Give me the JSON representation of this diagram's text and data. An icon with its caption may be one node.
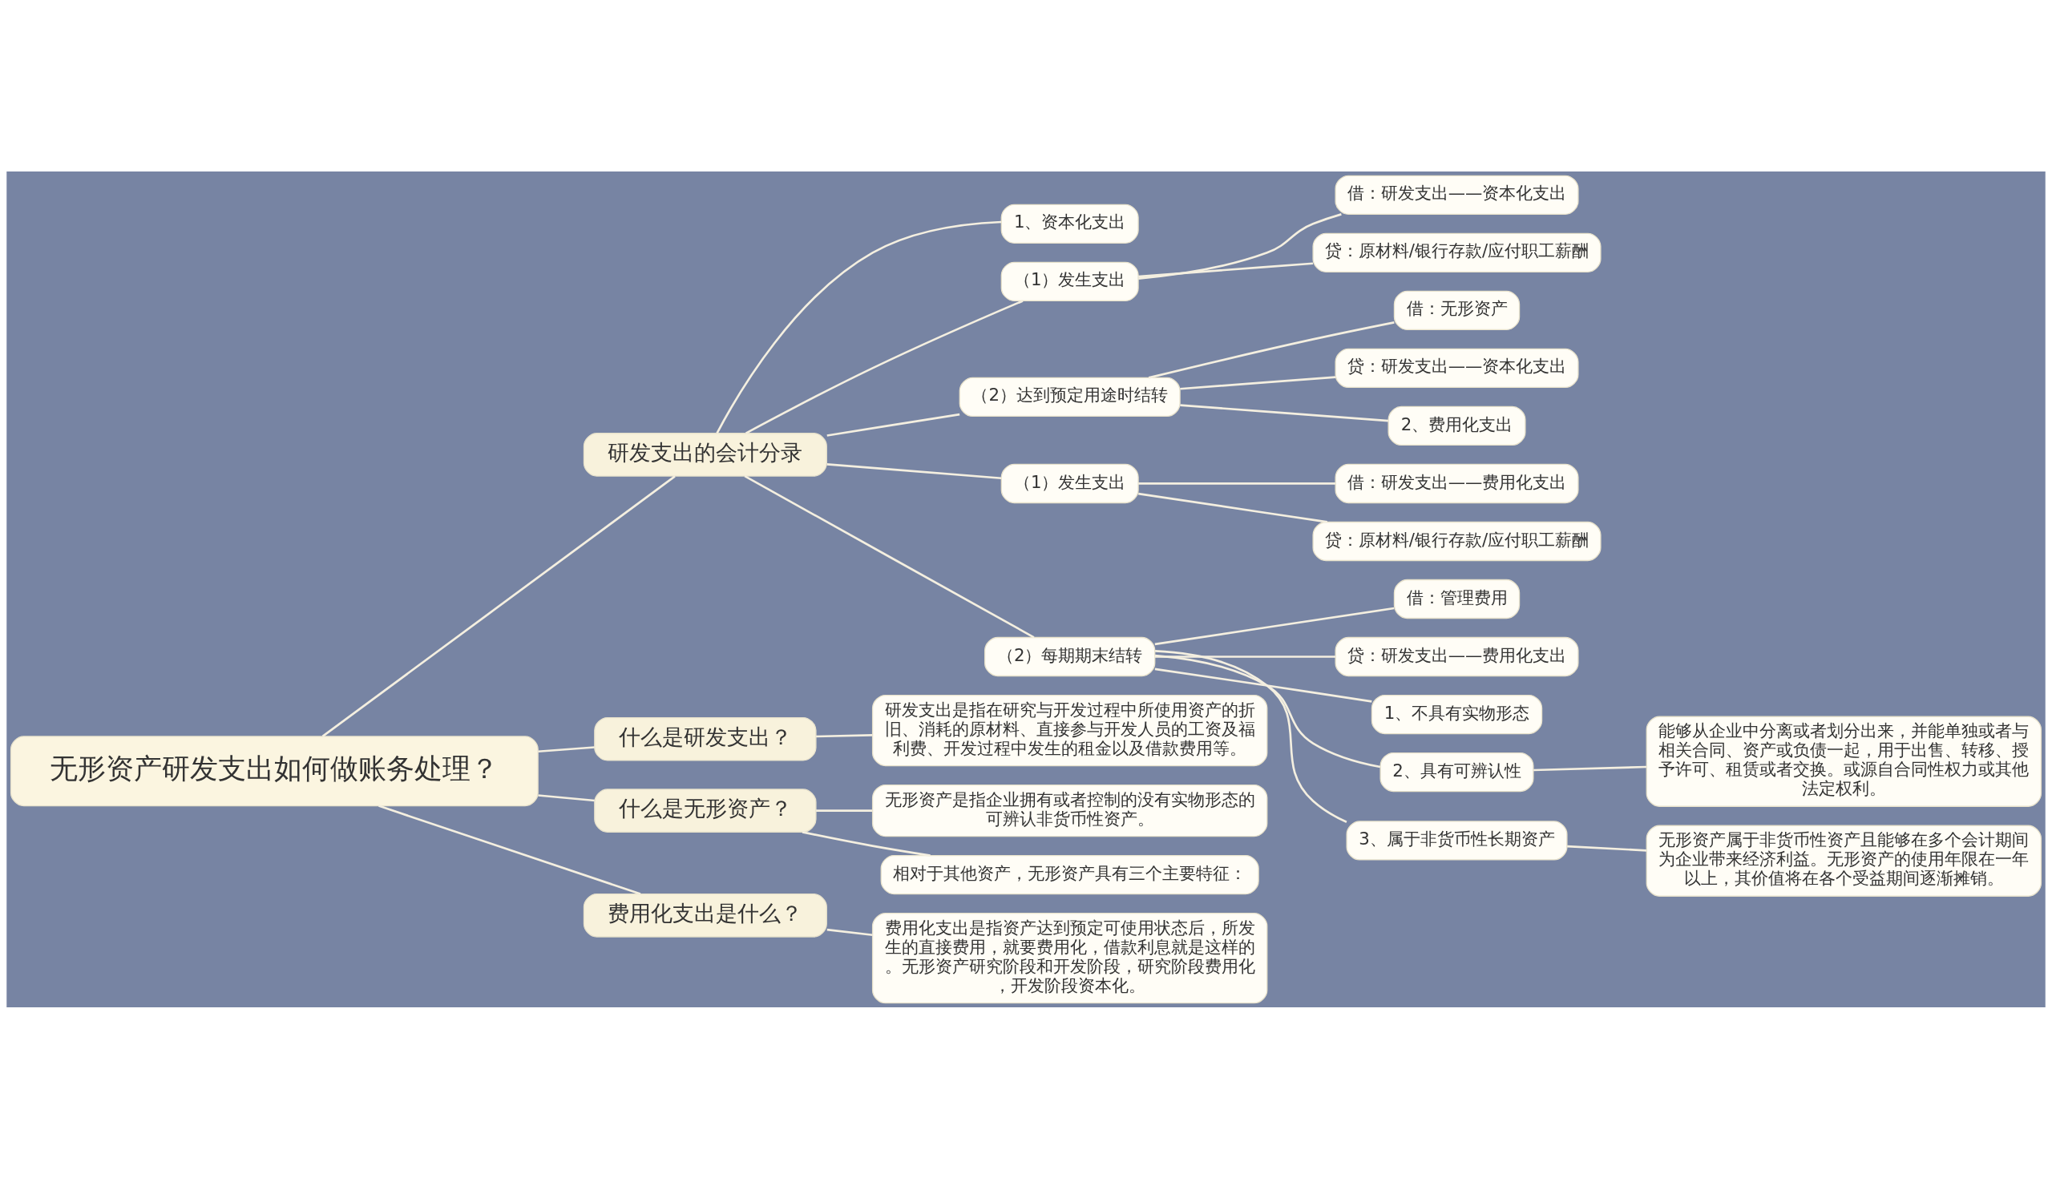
{
  "diagram": {
    "nodes": [
      {
        "text": [
          "无形资产研发支出如何做账务处理？"
        ]
      },
      {
        "text": [
          "研发支出的会计分录"
        ]
      },
      {
        "text": [
          "1、资本化支出"
        ]
      },
      {
        "text": [
          "（1）发生支出"
        ]
      },
      {
        "text": [
          "借：研发支出——资本化支出"
        ]
      },
      {
        "text": [
          "贷：原材料/银行存款/应付职工薪酬"
        ]
      },
      {
        "text": [
          "（2）达到预定用途时结转"
        ]
      },
      {
        "text": [
          "借：无形资产"
        ]
      },
      {
        "text": [
          "贷：研发支出——资本化支出"
        ]
      },
      {
        "text": [
          "2、费用化支出"
        ]
      },
      {
        "text": [
          "（1）发生支出"
        ]
      },
      {
        "text": [
          "借：研发支出——费用化支出"
        ]
      },
      {
        "text": [
          "贷：原材料/银行存款/应付职工薪酬"
        ]
      },
      {
        "text": [
          "（2）每期期末结转"
        ]
      },
      {
        "text": [
          "借：管理费用"
        ]
      },
      {
        "text": [
          "贷：研发支出——费用化支出"
        ]
      },
      {
        "text": [
          "1、不具有实物形态"
        ]
      },
      {
        "text": [
          "2、具有可辨认性"
        ]
      },
      {
        "text": [
          "能够从企业中分离或者划分出来，并能单独或者与相关合同、资产或负债一起，用于出售、转移、授予许可、租赁或者交换。或源自合同性权力或其他法定权利。"
        ]
      },
      {
        "text": [
          "3、属于非货币性长期资产"
        ]
      },
      {
        "text": [
          "无形资产属于非货币性资产且能够在多个会计期间为企业带来经济利益。无形资产的使用年限在一年以上，其价值将在各个受益期间逐渐摊销。"
        ]
      },
      {
        "text": [
          "什么是研发支出？"
        ]
      },
      {
        "text": [
          "研发支出是指在研究与开发过程中所使用资产的折旧、消耗的原材料、直接参与开发人员的工资及福利费、开发过程中发生的租金以及借款费用等。"
        ]
      },
      {
        "text": [
          "什么是无形资产？"
        ]
      },
      {
        "text": [
          "无形资产是指企业拥有或者控制的没有实物形态的可辨认非货币性资产。"
        ]
      },
      {
        "text": [
          "相对于其他资产，无形资产具有三个主要特征："
        ]
      },
      {
        "text": [
          "费用化支出是什么？"
        ]
      },
      {
        "text": [
          "费用化支出是指资产达到预定可使用状态后，所发生的直接费用，就要费用化，借款利息就是这样的。无形资产研究阶段和开发阶段，研究阶段费用化，开发阶段资本化。"
        ]
      }
    ],
    "edges": [
      {
        "from": 0,
        "to": 1,
        "arrow": "none"
      },
      {
        "from": 1,
        "to": 2,
        "arrow": "none"
      },
      {
        "from": 1,
        "to": 3,
        "arrow": "none"
      },
      {
        "from": 3,
        "to": 4,
        "arrow": "none"
      },
      {
        "from": 3,
        "to": 5,
        "arrow": "none"
      },
      {
        "from": 1,
        "to": 6,
        "arrow": "none"
      },
      {
        "from": 6,
        "to": 7,
        "arrow": "none"
      },
      {
        "from": 6,
        "to": 8,
        "arrow": "none"
      },
      {
        "from": 6,
        "to": 9,
        "arrow": "none"
      },
      {
        "from": 1,
        "to": 10,
        "arrow": "none"
      },
      {
        "from": 10,
        "to": 11,
        "arrow": "none"
      },
      {
        "from": 10,
        "to": 12,
        "arrow": "none"
      },
      {
        "from": 1,
        "to": 13,
        "arrow": "none"
      },
      {
        "from": 13,
        "to": 14,
        "arrow": "none"
      },
      {
        "from": 13,
        "to": 15,
        "arrow": "none"
      },
      {
        "from": 13,
        "to": 16,
        "arrow": "none"
      },
      {
        "from": 13,
        "to": 17,
        "arrow": "none"
      },
      {
        "from": 17,
        "to": 18,
        "arrow": "none"
      },
      {
        "from": 13,
        "to": 19,
        "arrow": "none"
      },
      {
        "from": 19,
        "to": 20,
        "arrow": "none"
      },
      {
        "from": 0,
        "to": 21,
        "arrow": "none"
      },
      {
        "from": 21,
        "to": 22,
        "arrow": "none"
      },
      {
        "from": 0,
        "to": 23,
        "arrow": "none"
      },
      {
        "from": 23,
        "to": 24,
        "arrow": "none"
      },
      {
        "from": 23,
        "to": 25,
        "arrow": "none"
      },
      {
        "from": 0,
        "to": 26,
        "arrow": "none"
      },
      {
        "from": 26,
        "to": 27,
        "arrow": "none"
      }
    ]
  }
}
